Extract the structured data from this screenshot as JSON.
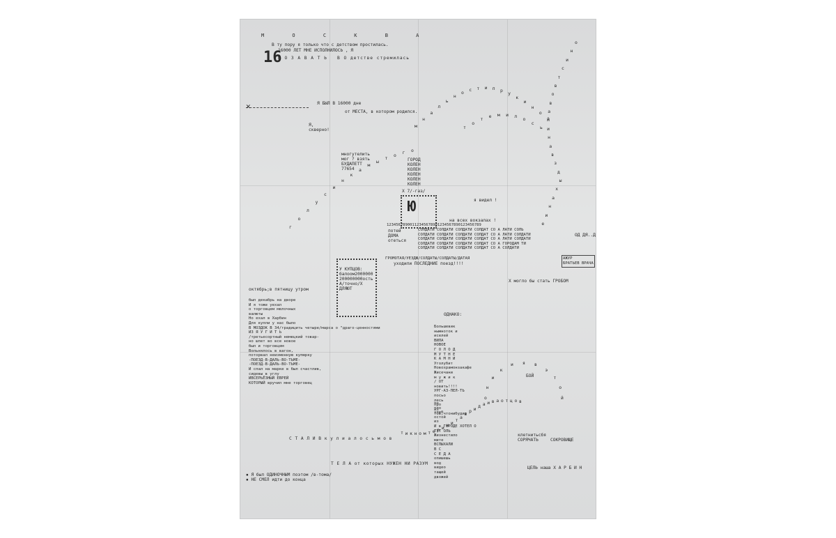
{
  "poster": {
    "header_letters": "М О С К В А",
    "lines": {
      "intro": "В ту пору я только что с детством простилась.",
      "age_a": "16000 ЛЕТ МНЕ ИСПОЛНИЛОСЬ , Я",
      "age_b": "П О З А В А Т Ь   В О детстве стремилась",
      "i_was": "Я БЫЛ В 16000 дне",
      "from_place": "от МЕСТА, в котором родился.",
      "skverno": "Я,\nскверно!",
      "moreover": "многутелить\nмог ? взять\nБУДАПЕТТ\n77654",
      "saw": "я видел !",
      "all_stations": "на всех вокзалах !",
      "cell_left": "потей\nДОМА\nотеться",
      "at_all": "У КУПЦОВ:\nбалоом2000000\n200000000ость\nА/точно/Х\nДЛЯЮТ",
      "leaving": "уходили ПОСЛЕДНИЕ поезд!!!!",
      "coffin": "Х могло бы стать ГРОБОМ",
      "october": "октябрь;в пятницу утром",
      "left_block": "был декабрь на дворе\nИ я тоже уехал\nо торговцем мелочных\nвалюты\nНо ехал в Харбин\nДля купли у нас было\nВ МОЗДОК В 34/традицить четыре/марса о \"драго-ценностями\nИЗ Я У Г И Т Ь\n/третьесортный немецкий товар-\nно шпет во все новое\nбыл и торговцем\nВольнялось в вагон,\nпоторвал неизменную купюрку\n-ПОЕЗД-В-ДАЛЬ-ВО-ТЬМЕ-\n-ПОЕЗД-В-ДАЛЬ-ВО-ТЬМЕ-\nИ спал на марке в был счастлив,\nсидевы в углу\nИВСЕРЬЁЗНЫЙ ЕВРЕЙ\nКОТОРЫЙ вручил мне торговец",
      "odnako": "ОДНАКО:",
      "middle_block": "Большевик\nнымноток и\nиселей\nВИЛА\nНОВОЕ\nГ О Л О Д\nМ У Т Н Е\nК А М Н И\nУголубит\nНовохрамонзакафе\nЖисечани\nм у ж и к\n/ ОТ\nновить!!!!\nУРГ-АЗ-ПЕЛ-ТЬ\nпосьо\nлесь\nпро\nиз\nтов,чтонибудие",
      "middle_block2": "по\nпло\nхлеб\nостой\nиз\nИ в ГОРОДЕ ХОТЕЛ О\nТУТ ОЛЬ\nЖизнестило\nмите\nВСПЫХАЛИ\nВ С\nС Е Д А\nопишешь\nвод\nвидео\nтащей\nдвожей",
      "stalin": "С Т А Л И В к у л и а л о с ь м о в",
      "escape": "клетнитьсбя\nСОРЯЧАТЬ",
      "bought": "БОЙ",
      "soroshe": "СОКРОВИЩЕ",
      "bottom_center": "Т Е Л А от которых НУЖЕН НИ РАЗУМ",
      "bottom_right": "ЦЕЛЬ наша Х А Р Б И Н",
      "bottom_left": "▪ Я был ОДИНОЧНЫМ поэтом /в-тома/\n▪ НЕ СМЕЛ идти до конца",
      "right_stamp": "АЖУР\nБРАТЬЕВ ВРАЧА",
      "soldiers": "СОЛДАТИ СОЛДАТИ СОЛДАТИ СОЛДАТ СО А ЛАТИ СОЛЬ\nСОЛДАТИ СОЛДАТИ СОЛДАТИ СОЛДАТ СО А ЛАТИ СОЛДАТИ\nСОЛДАТИ СОЛДАТИ СОЛДАТИ СОЛДАТ СО А ЛАТИ СОЛДАТИ\nСОЛДАТИ СОЛДАТИ СОЛДАТИ СОЛДАТ СО А ГОРОДАМ ТИ\nСОЛДАТИ СОЛДАТИ СОЛДАТИ СОЛДАТ СО А СОЛДАТИ",
      "numbers_row": "12345678900112345678901234567890123456789",
      "row_below": "ГРОМОТАЯ/УЕЗДЖ/СОЛДАТЫ/СОЛДАТЫ/ДАТАЯ",
      "tower": "ГОРОД\nКОЛЕН\nКОЛЕН\nКОЛЕН\nКОЛЕН\nКОЛЕН",
      "tower_label": "Х 7/-газ/"
    },
    "arcs": {
      "top_arc": "м н а л ь н о с т и п р у к и н о й",
      "inner_arc": "т о т е м и л о с ь",
      "right_curve": "о н и с т в о в а л и н а в з д ы х а н и е",
      "left_diag": "г о л у с и н к а м ы т о г о",
      "lower_arc": "о н и к и я в э т о й",
      "lower_curve": "т и к н о м т е р и н и т а в р и д а и в а о т ц о в"
    }
  }
}
